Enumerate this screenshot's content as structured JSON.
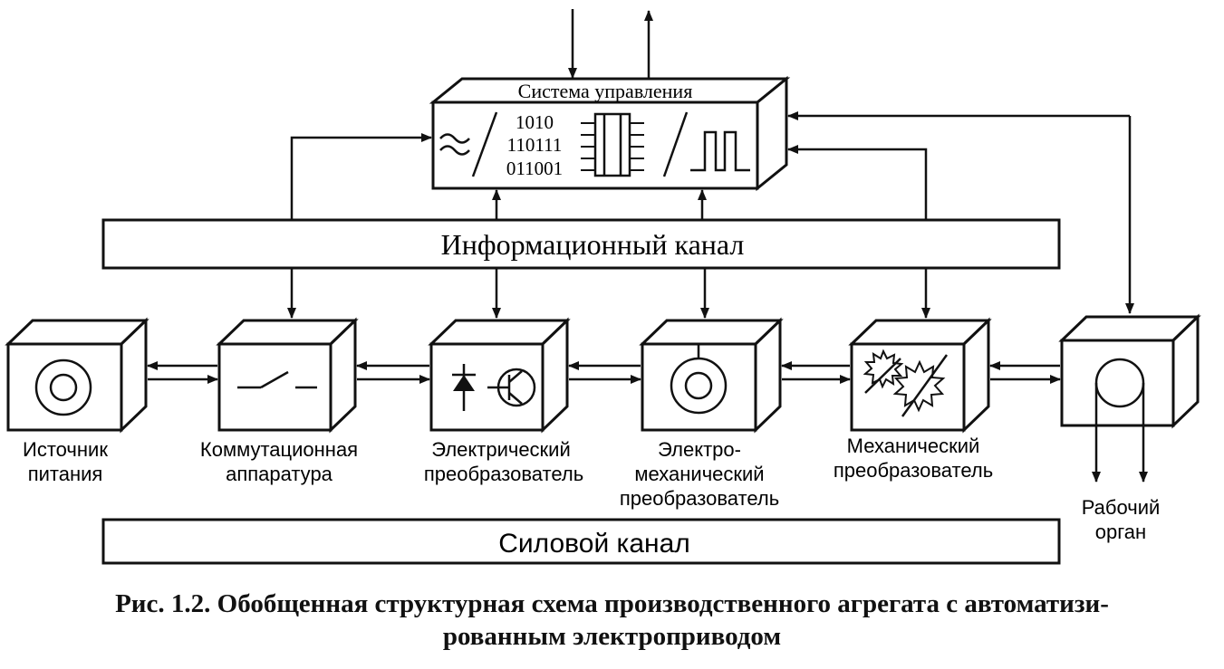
{
  "control_system": {
    "title": "Система управления",
    "binary_lines": [
      "1010",
      "110111",
      "011001"
    ]
  },
  "info_channel": {
    "label": "Информационный канал"
  },
  "power_channel": {
    "label": "Силовой канал"
  },
  "blocks": [
    {
      "id": "power-source",
      "lines": [
        "Источник",
        "питания"
      ],
      "icon": "circle-target-icon"
    },
    {
      "id": "switching",
      "lines": [
        "Коммутационная",
        "аппаратура"
      ],
      "icon": "switch-icon"
    },
    {
      "id": "electrical-converter",
      "lines": [
        "Электрический",
        "преобразователь"
      ],
      "icon": "diode-transistor-icon"
    },
    {
      "id": "electromechanical-converter",
      "lines": [
        "Электро-",
        "механический",
        "преобразователь"
      ],
      "icon": "motor-icon"
    },
    {
      "id": "mechanical-converter",
      "lines": [
        "Механический",
        "преобразователь"
      ],
      "icon": "gears-icon"
    },
    {
      "id": "working-member",
      "lines": [
        "Рабочий",
        "орган"
      ],
      "icon": "pulley-icon"
    }
  ],
  "caption": {
    "line1": "Рис. 1.2. Обобщенная структурная схема производственного агрегата с автоматизи-",
    "line2": "рованным электроприводом"
  }
}
